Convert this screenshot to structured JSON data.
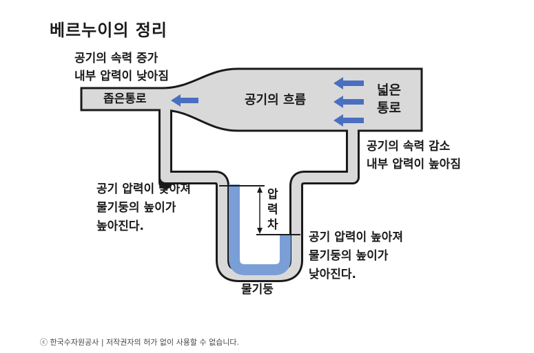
{
  "title": "베르누이의 정리",
  "labels": {
    "narrow_desc_1": "공기의 속력 증가",
    "narrow_desc_2": "내부 압력이 낮아짐",
    "narrow_passage": "좁은통로",
    "air_flow": "공기의 흐름",
    "wide_passage_1": "넓은",
    "wide_passage_2": "통로",
    "wide_desc_1": "공기의 속력 감소",
    "wide_desc_2": "내부 압력이 높아짐",
    "left_desc_1": "공기 압력이 낮아져",
    "left_desc_2": "물기둥의 높이가",
    "left_desc_3": "높아진다.",
    "right_desc_1": "공기 압력이 높아져",
    "right_desc_2": "물기둥의 높이가",
    "right_desc_3": "낮아진다.",
    "pressure_diff_1": "압",
    "pressure_diff_2": "력",
    "pressure_diff_3": "차",
    "water_column": "물기둥"
  },
  "copyright": "ⓒ 한국수자원공사 | 저작권자의 허가 없이 사용할 수 없습니다.",
  "colors": {
    "tube_fill": "#d9d9d9",
    "outline": "#1a1a1a",
    "water": "#7a9fd6",
    "arrow": "#4a6fc0",
    "text": "#1a1a1a"
  },
  "icons": [
    "arrow-left-icon"
  ]
}
